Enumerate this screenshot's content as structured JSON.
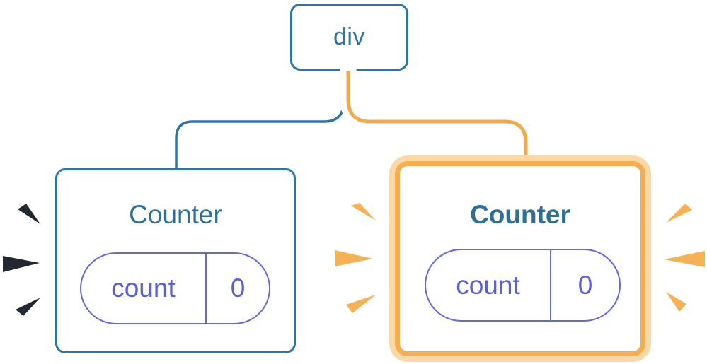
{
  "diagram_title": "component-tree-state-diagram",
  "colors": {
    "canvas_bg": "#ffffff",
    "node_blue": "#2e74a3",
    "title_blue": "#2f6f96",
    "pill_border": "#6468da",
    "pill_text": "#5a5fd8",
    "wire_blue": "#2e74a3",
    "wire_orange": "#f2a84b",
    "wire_casing": "#ffffff",
    "highlight_inner": "#f6ad52",
    "highlight_outer": "#fbd9a6",
    "sparkle_dark": "#23272f",
    "sparkle_orange": "#f5b156"
  },
  "tree": {
    "root": {
      "label": "div"
    },
    "children": [
      {
        "label": "Counter",
        "highlighted": false,
        "state": {
          "key": "count",
          "value": "0"
        }
      },
      {
        "label": "Counter",
        "highlighted": true,
        "state": {
          "key": "count",
          "value": "0"
        }
      }
    ]
  }
}
